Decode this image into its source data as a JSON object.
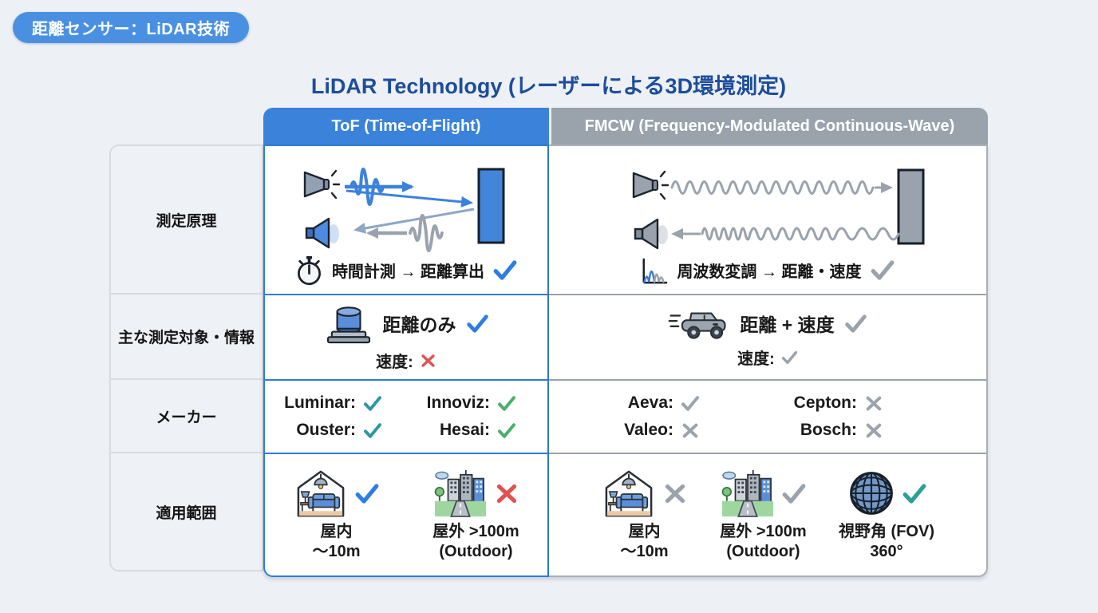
{
  "badge": {
    "label": "距離センサー：LiDAR技術",
    "bg": "#4a90e2"
  },
  "title": {
    "text": "LiDAR Technology (レーザーによる3D環境測定)",
    "color": "#1d4d9c"
  },
  "colors": {
    "background": "#edf0f5",
    "tof_accent": "#2f7cd8",
    "fmcw_accent": "#9aa2ab",
    "check_blue": "#2e7de0",
    "check_gray": "#9aa3ac",
    "check_teal_dark": "#2f96a3",
    "check_green": "#4bae68",
    "check_teal": "#2aa198",
    "cross_red": "#e05252",
    "cross_gray": "#9aa3ac"
  },
  "table": {
    "columns": [
      {
        "id": "tof",
        "header": "ToF (Time-of-Flight)"
      },
      {
        "id": "fmcw",
        "header": "FMCW (Frequency-Modulated Continuous-Wave)"
      }
    ],
    "row_labels": [
      "測定原理",
      "主な測定対象・情報",
      "メーカー",
      "適用範囲"
    ],
    "principle": {
      "tof": {
        "caption": "時間計測 → 距離算出",
        "mark": {
          "type": "check",
          "color": "#2e7de0"
        }
      },
      "fmcw": {
        "caption": "周波数変調 → 距離・速度",
        "mark": {
          "type": "check",
          "color": "#9aa3ac"
        }
      }
    },
    "targets": {
      "tof": {
        "main": "距離のみ",
        "main_mark": {
          "type": "check",
          "color": "#2e7de0"
        },
        "sub": "速度:",
        "sub_mark": {
          "type": "cross",
          "color": "#e05252"
        }
      },
      "fmcw": {
        "main": "距離 + 速度",
        "main_mark": {
          "type": "check",
          "color": "#9aa3ac"
        },
        "sub": "速度:",
        "sub_mark": {
          "type": "check",
          "color": "#9aa3ac"
        }
      }
    },
    "makers": {
      "tof": [
        {
          "name": "Luminar:",
          "mark": {
            "type": "check",
            "color": "#2f96a3"
          }
        },
        {
          "name": "Innoviz:",
          "mark": {
            "type": "check",
            "color": "#4bae68"
          }
        },
        {
          "name": "Ouster:",
          "mark": {
            "type": "check",
            "color": "#2f96a3"
          }
        },
        {
          "name": "Hesai:",
          "mark": {
            "type": "check",
            "color": "#4bae68"
          }
        }
      ],
      "fmcw": [
        {
          "name": "Aeva:",
          "mark": {
            "type": "check",
            "color": "#9aa3ac"
          }
        },
        {
          "name": "Cepton:",
          "mark": {
            "type": "cross",
            "color": "#9aa3ac"
          }
        },
        {
          "name": "Valeo:",
          "mark": {
            "type": "cross",
            "color": "#9aa3ac"
          }
        },
        {
          "name": "Bosch:",
          "mark": {
            "type": "cross",
            "color": "#9aa3ac"
          }
        }
      ]
    },
    "scope": {
      "tof": [
        {
          "icon": "indoor-house-icon",
          "lines": [
            "屋内",
            "～10m"
          ],
          "mark": {
            "type": "check",
            "color": "#2e7de0"
          }
        },
        {
          "icon": "outdoor-city-icon",
          "lines": [
            "屋外 >100m",
            "(Outdoor)"
          ],
          "mark": {
            "type": "cross",
            "color": "#e05252"
          }
        }
      ],
      "fmcw": [
        {
          "icon": "indoor-house-icon",
          "lines": [
            "屋内",
            "～10m"
          ],
          "mark": {
            "type": "cross",
            "color": "#9aa3ac"
          }
        },
        {
          "icon": "outdoor-city-icon",
          "lines": [
            "屋外 >100m",
            "(Outdoor)"
          ],
          "mark": {
            "type": "check",
            "color": "#9aa3ac"
          }
        },
        {
          "icon": "globe-icon",
          "lines": [
            "視野角 (FOV)",
            "360°"
          ],
          "mark": {
            "type": "check",
            "color": "#2aa198"
          }
        }
      ]
    }
  }
}
